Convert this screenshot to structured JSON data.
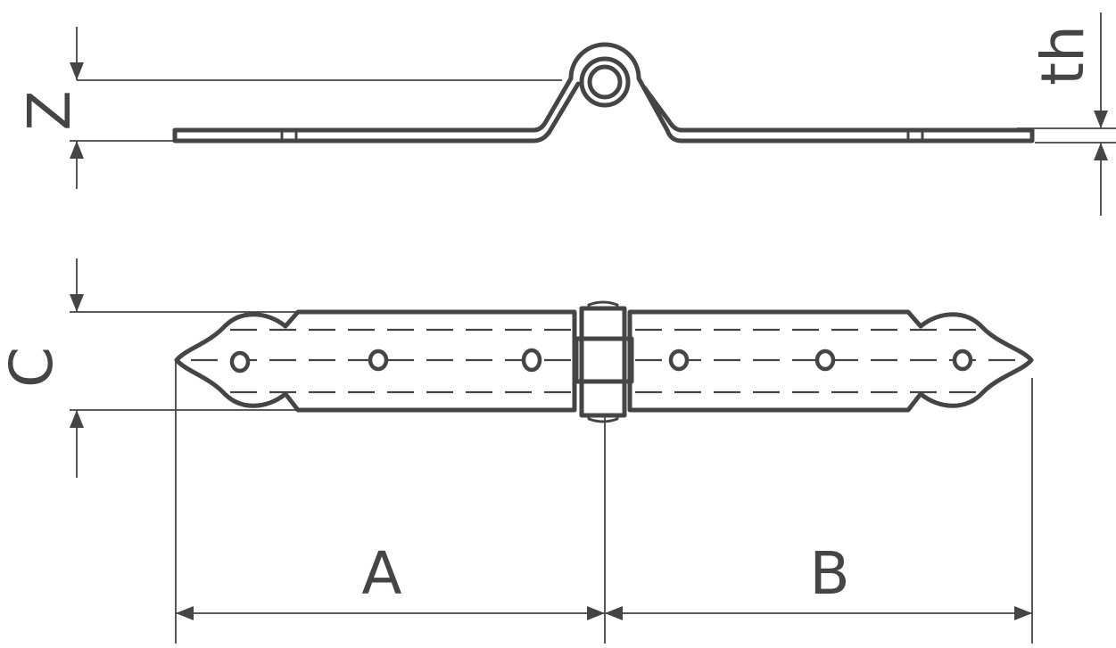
{
  "labels": {
    "z": "Z",
    "th": "th",
    "c": "C",
    "a": "A",
    "b": "B"
  },
  "colors": {
    "line": "#454545",
    "background": "#ffffff"
  }
}
